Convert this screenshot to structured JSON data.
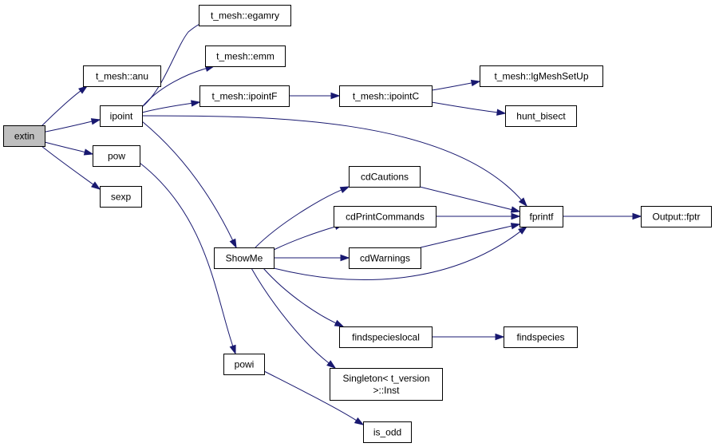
{
  "colors": {
    "edge": "#191970",
    "node_fill": "#ffffff",
    "root_fill": "#bfbfbf",
    "node_stroke": "#000000"
  },
  "nodes": {
    "extin": {
      "label": "extin",
      "root": true
    },
    "anu": {
      "label": "t_mesh::anu"
    },
    "ipoint": {
      "label": "ipoint"
    },
    "pow": {
      "label": "pow"
    },
    "sexp": {
      "label": "sexp"
    },
    "egamry": {
      "label": "t_mesh::egamry"
    },
    "emm": {
      "label": "t_mesh::emm"
    },
    "ipointF": {
      "label": "t_mesh::ipointF"
    },
    "ipointC": {
      "label": "t_mesh::ipointC"
    },
    "lgMeshSetUp": {
      "label": "t_mesh::lgMeshSetUp"
    },
    "hunt_bisect": {
      "label": "hunt_bisect"
    },
    "fprintf": {
      "label": "fprintf"
    },
    "fptr": {
      "label": "Output::fptr"
    },
    "ShowMe": {
      "label": "ShowMe"
    },
    "cdCautions": {
      "label": "cdCautions"
    },
    "cdPrintCommands": {
      "label": "cdPrintCommands"
    },
    "cdWarnings": {
      "label": "cdWarnings"
    },
    "findspecieslocal": {
      "label": "findspecieslocal"
    },
    "findspecies": {
      "label": "findspecies"
    },
    "singleton": {
      "label": [
        "Singleton< t_version",
        ">::Inst"
      ]
    },
    "powi": {
      "label": "powi"
    },
    "is_odd": {
      "label": "is_odd"
    }
  },
  "edges": [
    {
      "from": "extin",
      "to": "anu"
    },
    {
      "from": "extin",
      "to": "ipoint"
    },
    {
      "from": "extin",
      "to": "pow"
    },
    {
      "from": "extin",
      "to": "sexp"
    },
    {
      "from": "ipoint",
      "to": "egamry"
    },
    {
      "from": "ipoint",
      "to": "emm"
    },
    {
      "from": "ipoint",
      "to": "ipointF"
    },
    {
      "from": "ipoint",
      "to": "fprintf"
    },
    {
      "from": "ipoint",
      "to": "ShowMe"
    },
    {
      "from": "ipointF",
      "to": "ipointC"
    },
    {
      "from": "ipointC",
      "to": "lgMeshSetUp"
    },
    {
      "from": "ipointC",
      "to": "hunt_bisect"
    },
    {
      "from": "pow",
      "to": "powi"
    },
    {
      "from": "powi",
      "to": "is_odd"
    },
    {
      "from": "ShowMe",
      "to": "cdCautions"
    },
    {
      "from": "ShowMe",
      "to": "cdPrintCommands"
    },
    {
      "from": "ShowMe",
      "to": "cdWarnings"
    },
    {
      "from": "ShowMe",
      "to": "fprintf"
    },
    {
      "from": "ShowMe",
      "to": "findspecieslocal"
    },
    {
      "from": "ShowMe",
      "to": "singleton"
    },
    {
      "from": "cdCautions",
      "to": "fprintf"
    },
    {
      "from": "cdPrintCommands",
      "to": "fprintf"
    },
    {
      "from": "cdWarnings",
      "to": "fprintf"
    },
    {
      "from": "fprintf",
      "to": "fptr"
    },
    {
      "from": "findspecieslocal",
      "to": "findspecies"
    }
  ]
}
